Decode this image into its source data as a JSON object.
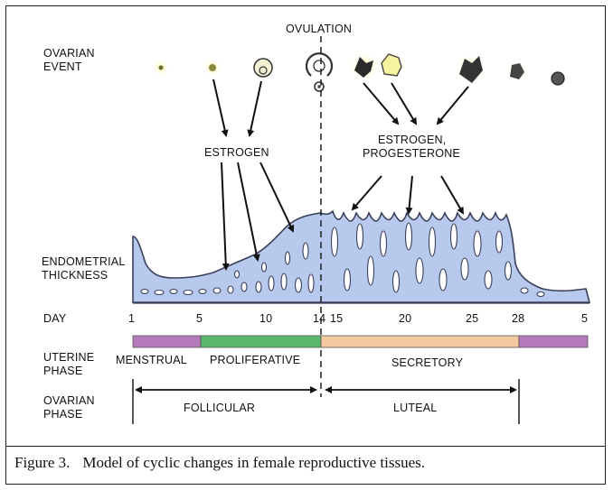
{
  "labels": {
    "ovulation": "OVULATION",
    "ovarian_event": [
      "OVARIAN",
      "EVENT"
    ],
    "estrogen": "ESTROGEN",
    "estrogen_progesterone": [
      "ESTROGEN,",
      "PROGESTERONE"
    ],
    "endometrial_thickness": [
      "ENDOMETRIAL",
      "THICKNESS"
    ],
    "day": "DAY",
    "uterine_phase": [
      "UTERINE",
      "PHASE"
    ],
    "ovarian_phase": [
      "OVARIAN",
      "PHASE"
    ]
  },
  "day_ticks": [
    "1",
    "5",
    "10",
    "14",
    "15",
    "20",
    "25",
    "28",
    "5"
  ],
  "uterine_phases": [
    {
      "name": "MENSTRUAL",
      "color": "#b57ab9"
    },
    {
      "name": "PROLIFERATIVE",
      "color": "#5cb86a"
    },
    {
      "name": "SECRETORY",
      "color": "#f3c9a0"
    },
    {
      "name": "",
      "color": "#b57ab9"
    }
  ],
  "ovarian_phases": [
    "FOLLICULAR",
    "LUTEAL"
  ],
  "colors": {
    "endometrium_fill": "#b7c9ec",
    "endometrium_stroke": "#3a3f5a",
    "follicle_glow": "#f2f27a"
  },
  "caption": {
    "number": "Figure 3.",
    "text": "Model of cyclic changes in female reproductive tissues."
  }
}
